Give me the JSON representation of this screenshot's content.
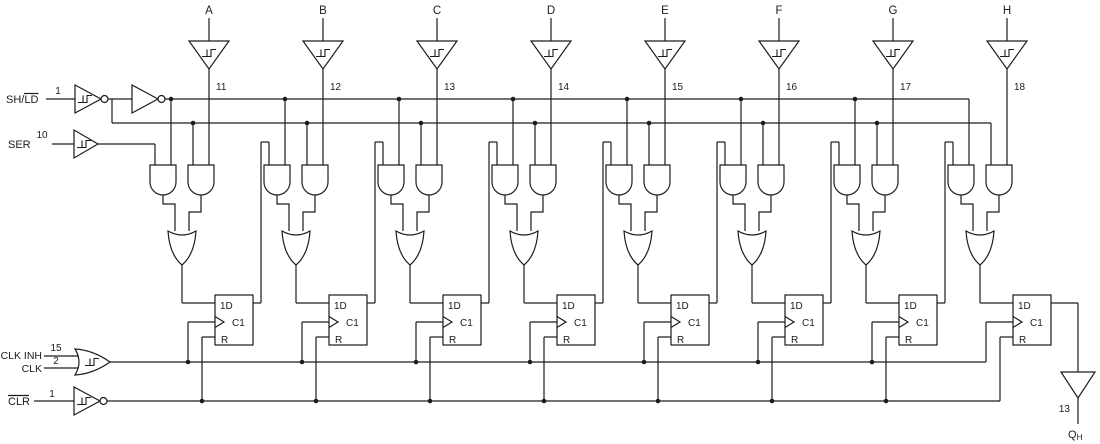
{
  "diagram": {
    "colors": {
      "line": "#1c1c1c",
      "background": "#ffffff"
    },
    "stages": [
      {
        "input_label": "A",
        "buffer_number": "11"
      },
      {
        "input_label": "B",
        "buffer_number": "12"
      },
      {
        "input_label": "C",
        "buffer_number": "13"
      },
      {
        "input_label": "D",
        "buffer_number": "14"
      },
      {
        "input_label": "E",
        "buffer_number": "15"
      },
      {
        "input_label": "F",
        "buffer_number": "16"
      },
      {
        "input_label": "G",
        "buffer_number": "17"
      },
      {
        "input_label": "H",
        "buffer_number": "18"
      }
    ],
    "flip_flop_labels": {
      "d": "1D",
      "clock": "C1",
      "reset": "R"
    },
    "left_pins": {
      "sh_ld": {
        "prefix": "SH/",
        "overlined": "LD",
        "pin": "1"
      },
      "ser": {
        "label": "SER",
        "pin": "10"
      },
      "clk_inh": {
        "label": "CLK INH",
        "pin": "15"
      },
      "clk": {
        "label": "CLK",
        "pin": "2"
      },
      "clr": {
        "prefix": "",
        "overlined": "CLR",
        "pin": "1"
      }
    },
    "output": {
      "pin": "13",
      "label": "Q",
      "subscript": "H"
    }
  }
}
